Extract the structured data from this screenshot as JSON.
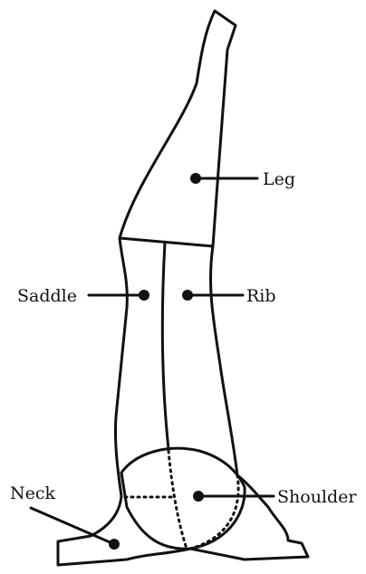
{
  "labels": {
    "leg": "Leg",
    "saddle": "Saddle",
    "rib": "Rib",
    "neck": "Neck",
    "shoulder": "Shoulder"
  },
  "colors": {
    "ink": "#111111",
    "background": "#ffffff"
  }
}
